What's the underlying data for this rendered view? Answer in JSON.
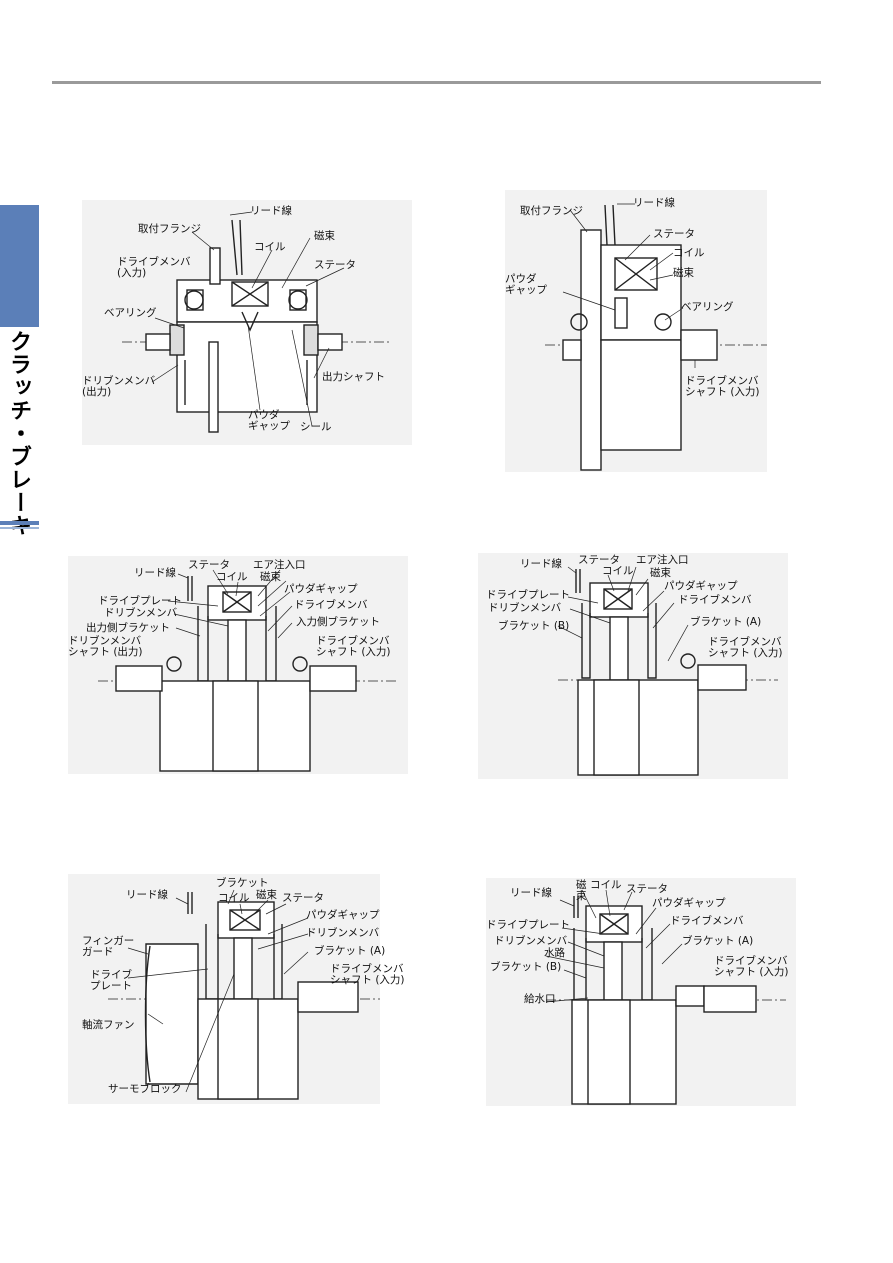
{
  "side_tab": {
    "label": "クラッチ・ブレーキ",
    "color": "#5b7fb8"
  },
  "figures": [
    {
      "labels": {
        "lead": "リード線",
        "flange": "取付フランジ",
        "coil": "コイル",
        "flux": "磁束",
        "stator": "ステータ",
        "drive_member": "ドライブメンバ\n(入力)",
        "bearing": "ベアリング",
        "driven_member": "ドリブンメンバ\n(出力)",
        "output_shaft": "出力シャフト",
        "powder_gap": "パウダ\nギャップ",
        "seal": "シール"
      }
    },
    {
      "labels": {
        "lead": "リード線",
        "flange": "取付フランジ",
        "stator": "ステータ",
        "coil": "コイル",
        "flux": "磁束",
        "powder_gap": "パウダ\nギャップ",
        "bearing": "ベアリング",
        "drive_shaft": "ドライブメンバ\nシャフト (入力)"
      }
    },
    {
      "labels": {
        "lead": "リード線",
        "stator": "ステータ",
        "coil": "コイル",
        "air_inlet": "エア注入口",
        "flux": "磁束",
        "drive_plate": "ドライブプレート",
        "powder_gap": "パウダギャップ",
        "driven_member": "ドリブンメンバ",
        "drive_member": "ドライブメンバ",
        "output_bracket": "出力側ブラケット",
        "input_bracket": "入力側ブラケット",
        "driven_shaft": "ドリブンメンバ\nシャフト (出力)",
        "drive_shaft": "ドライブメンバ\nシャフト (入力)"
      }
    },
    {
      "labels": {
        "lead": "リード線",
        "stator": "ステータ",
        "coil": "コイル",
        "air_inlet": "エア注入口",
        "flux": "磁束",
        "drive_plate": "ドライブプレート",
        "powder_gap": "パウダギャップ",
        "driven_member": "ドリブンメンバ",
        "drive_member": "ドライブメンバ",
        "bracket_b": "ブラケット (B)",
        "bracket_a": "ブラケット (A)",
        "drive_shaft": "ドライブメンバ\nシャフト (入力)"
      }
    },
    {
      "labels": {
        "bracket": "ブラケット",
        "lead": "リード線",
        "coil": "コイル",
        "flux": "磁束",
        "stator": "ステータ",
        "powder_gap": "パウダギャップ",
        "driven_member": "ドリブンメンバ",
        "finger_guard": "フィンガー\nガード",
        "bracket_a": "ブラケット (A)",
        "drive_plate": "ドライブ\nプレート",
        "drive_shaft": "ドライブメンバ\nシャフト (入力)",
        "fan": "軸流ファン",
        "thermo": "サーモブロック"
      }
    },
    {
      "labels": {
        "flux": "磁\n束",
        "coil": "コイル",
        "stator": "ステータ",
        "lead": "リード線",
        "powder_gap": "パウダギャップ",
        "drive_plate": "ドライブプレート",
        "drive_member": "ドライブメンバ",
        "driven_member": "ドリブンメンバ",
        "bracket_a": "ブラケット (A)",
        "water_path": "水路",
        "bracket_b": "ブラケット (B)",
        "drive_shaft": "ドライブメンバ\nシャフト (入力)",
        "water_inlet": "給水口"
      }
    }
  ]
}
